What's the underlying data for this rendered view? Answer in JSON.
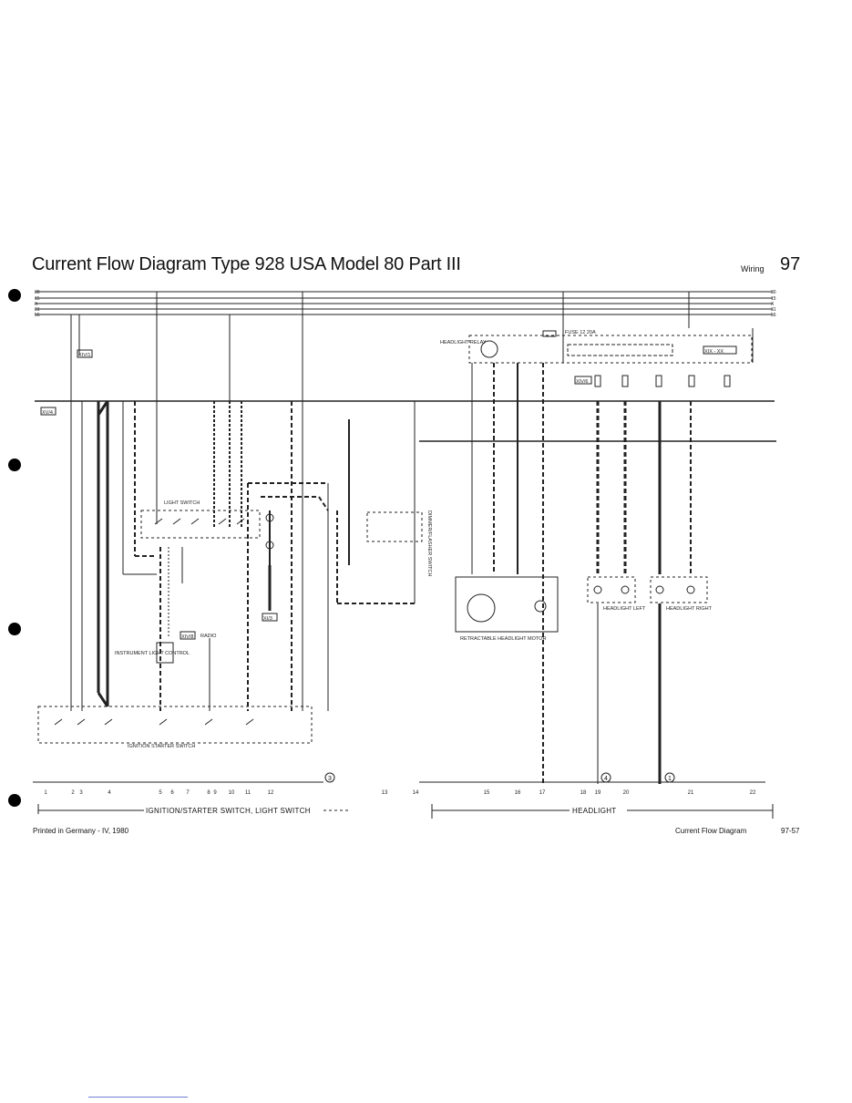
{
  "header": {
    "title": "Current Flow Diagram Type 928  USA   Model  80 Part III",
    "section": "Wiring",
    "page_number": "97"
  },
  "bus_labels": [
    "30",
    "15",
    "X",
    "31",
    "56"
  ],
  "relay_labels": {
    "headlight_relay": "HEADLIGHT RELAY",
    "fuse": "FUSE 12 20A"
  },
  "components": {
    "retractable_motor": "RETRACTABLE HEADLIGHT MOTOR",
    "headlight_left": "HEADLIGHT LEFT",
    "headlight_right": "HEADLIGHT RIGHT",
    "ignition_switch": "IGNITION STARTER SWITCH",
    "light_switch": "LIGHT SWITCH",
    "instr_light_control": "INSTRUMENT LIGHT CONTROL",
    "radio": "RADIO",
    "dimmer_switch": "DIMMER/FLASHER SWITCH"
  },
  "connector_tags": [
    "XIV/1",
    "XV/4",
    "XIV/8",
    "XI/3",
    "XIV/6",
    "XIX - XX"
  ],
  "reference_marks": [
    "3",
    "4",
    "1"
  ],
  "track_numbers": [
    "1",
    "2",
    "3",
    "4",
    "5",
    "6",
    "7",
    "8",
    "9",
    "10",
    "11",
    "12",
    "13",
    "14",
    "15",
    "16",
    "17",
    "18",
    "19",
    "20",
    "21",
    "22"
  ],
  "group_labels": {
    "left": "IGNITION/STARTER SWITCH, LIGHT SWITCH",
    "right": "HEADLIGHT"
  },
  "footer": {
    "printed": "Printed in Germany - IV, 1980",
    "doc_name": "Current Flow Diagram",
    "code": "97-57"
  }
}
